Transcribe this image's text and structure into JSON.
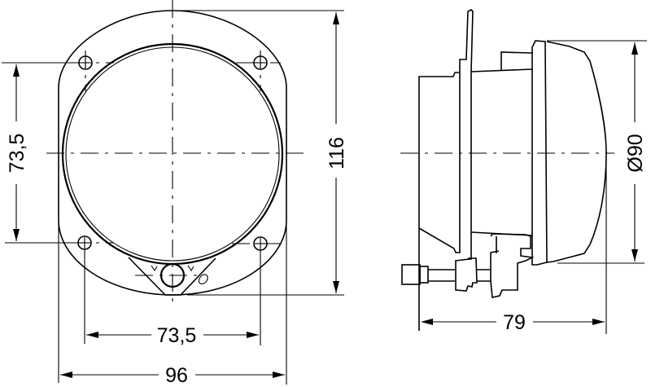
{
  "drawing": {
    "type": "technical-dimension-drawing",
    "subject": "round lamp unit",
    "units": "mm",
    "views": [
      {
        "name": "front-view",
        "dimensions": {
          "overall_height": "116",
          "hole_spacing_vertical": "73,5",
          "hole_spacing_horizontal": "73,5",
          "overall_width": "96"
        },
        "mounting_holes": 4
      },
      {
        "name": "side-view",
        "dimensions": {
          "lens_diameter": "Ø90",
          "overall_depth": "79"
        }
      }
    ]
  },
  "labels": {
    "front_height": "116",
    "front_vertical_spacing": "73,5",
    "front_horizontal_spacing": "73,5",
    "front_width": "96",
    "side_diameter": "Ø90",
    "side_depth": "79"
  },
  "colors": {
    "line": "#000000",
    "background": "#ffffff"
  }
}
